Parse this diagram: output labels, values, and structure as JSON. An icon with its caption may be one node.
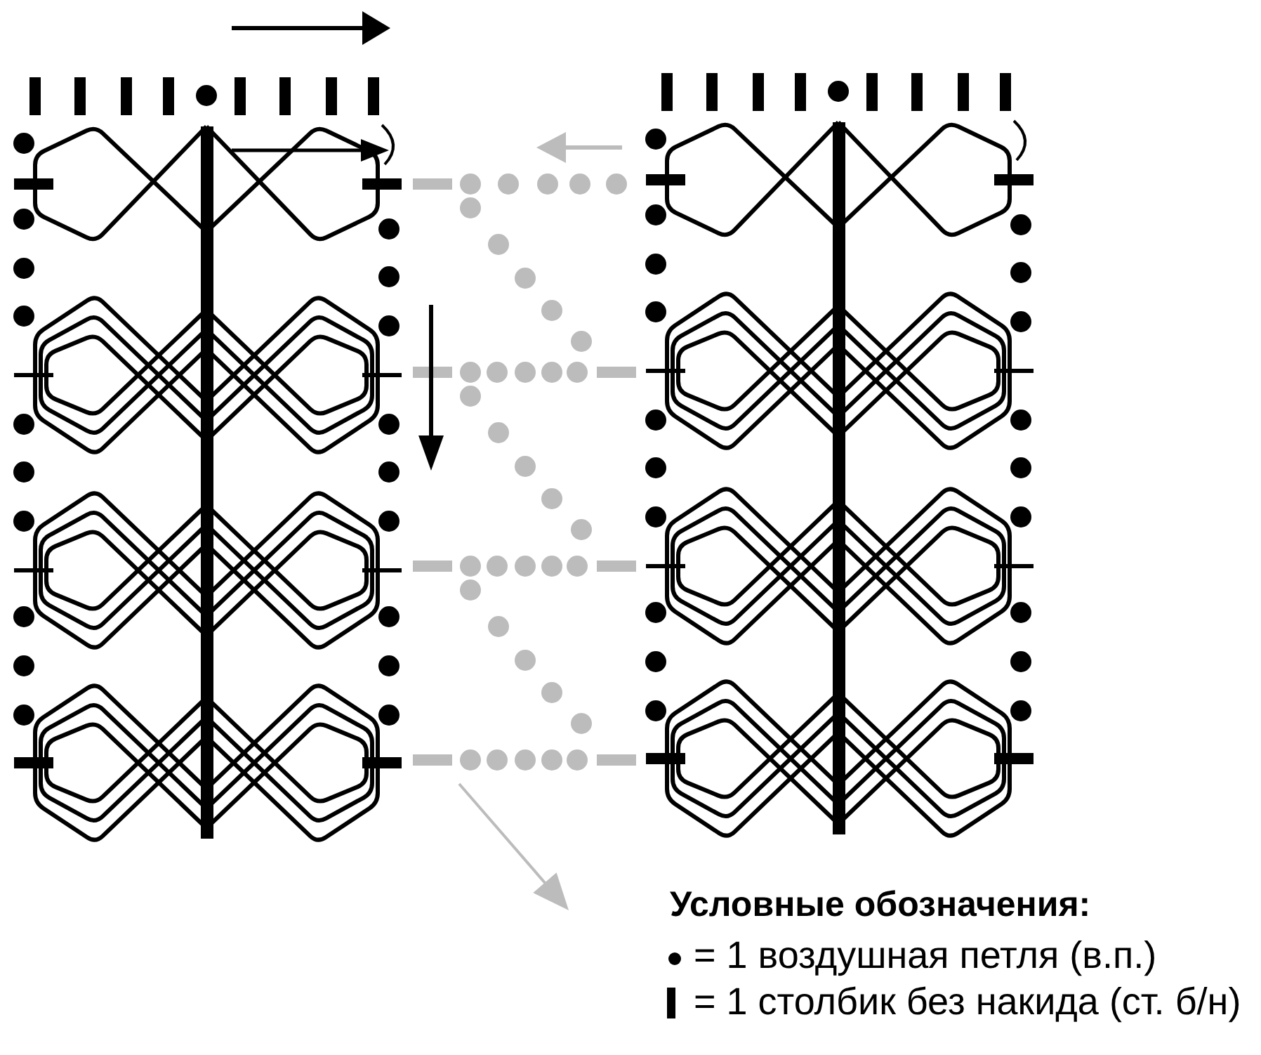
{
  "diagram": {
    "labels": [
      "Условные обозначения:"
    ],
    "legend": [
      {
        "text": "= 1 воздушная петля (в.п.)"
      },
      {
        "text": "= 1 столбик без накида (ст. б/н)"
      }
    ]
  }
}
